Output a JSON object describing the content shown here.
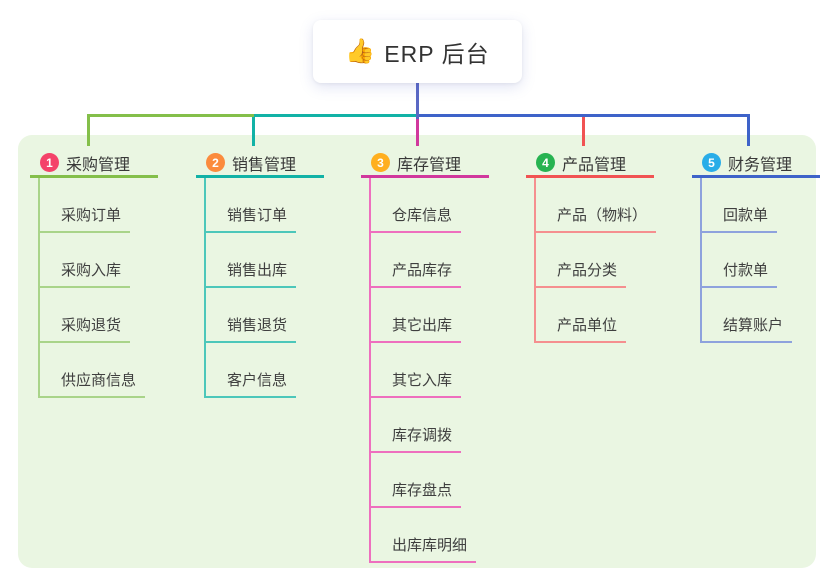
{
  "root": {
    "emoji": "👍",
    "label": "ERP 后台"
  },
  "colors": {
    "panel_background": "#eaf6e2",
    "root_connector": "#5a68c4",
    "card_background": "#ffffff",
    "text": "#3a3a3a"
  },
  "branches": [
    {
      "number": "1",
      "title": "采购管理",
      "color": "#84bf4a",
      "child_color": "#a9d489",
      "badge_color": "#f4436a",
      "children": [
        "采购订单",
        "采购入库",
        "采购退货",
        "供应商信息"
      ]
    },
    {
      "number": "2",
      "title": "销售管理",
      "color": "#12b2a6",
      "child_color": "#4cc7ba",
      "badge_color": "#fb8b3d",
      "children": [
        "销售订单",
        "销售出库",
        "销售退货",
        "客户信息"
      ]
    },
    {
      "number": "3",
      "title": "库存管理",
      "color": "#d1389d",
      "child_color": "#ee6fbe",
      "badge_color": "#ffaf1f",
      "children": [
        "仓库信息",
        "产品库存",
        "其它出库",
        "其它入库",
        "库存调拨",
        "库存盘点",
        "出库库明细"
      ]
    },
    {
      "number": "4",
      "title": "产品管理",
      "color": "#f15353",
      "child_color": "#f58f8f",
      "badge_color": "#27b351",
      "children": [
        "产品（物料）",
        "产品分类",
        "产品单位"
      ]
    },
    {
      "number": "5",
      "title": "财务管理",
      "color": "#3e63c9",
      "child_color": "#8ea2dd",
      "badge_color": "#29ade8",
      "children": [
        "回款单",
        "付款单",
        "结算账户"
      ]
    }
  ]
}
